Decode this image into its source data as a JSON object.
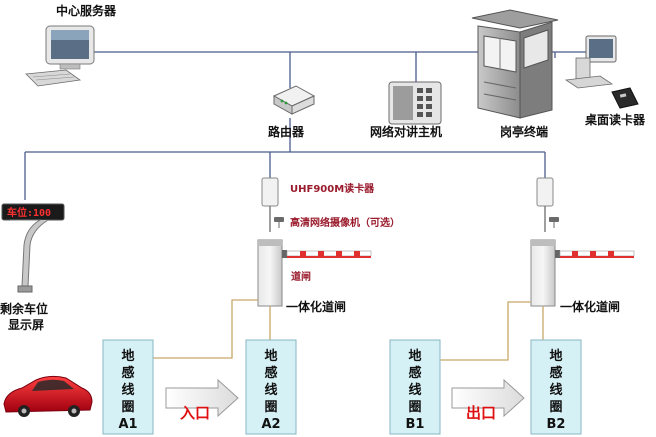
{
  "labels": {
    "server": "中心服务器",
    "router": "路由器",
    "intercom": "网络对讲主机",
    "booth": "岗亭终端",
    "desk_reader": "桌面读卡器",
    "uhf_reader": "UHF900M读卡器",
    "camera": "高清网络摄像机（可选）",
    "barrier_arm": "道闸",
    "gate_left": "一体化道闸",
    "gate_right": "一体化道闸",
    "display_line1": "剩余车位",
    "display_line2": "显示屏",
    "led_text": "车位:100",
    "entrance": "入口",
    "exit": "出口"
  },
  "loops": [
    {
      "id": "A1",
      "chars": [
        "地",
        "感",
        "线",
        "圈",
        "A1"
      ]
    },
    {
      "id": "A2",
      "chars": [
        "地",
        "感",
        "线",
        "圈",
        "A2"
      ]
    },
    {
      "id": "B1",
      "chars": [
        "地",
        "感",
        "线",
        "圈",
        "B1"
      ]
    },
    {
      "id": "B2",
      "chars": [
        "地",
        "感",
        "线",
        "圈",
        "B2"
      ]
    }
  ],
  "colors": {
    "network_line": "#4a5a8c",
    "loop_fill": "#d6f1f6",
    "loop_stroke": "#8ab6c4",
    "signal_wire": "#c9a86a",
    "label_red": "#9a1b2c",
    "arrow_text": "#e01010",
    "car": "#d0101a",
    "barrier_red": "#e03030"
  },
  "icons": [
    "server-computer-icon",
    "router-icon",
    "intercom-icon",
    "guard-booth-icon",
    "desk-computer-icon",
    "card-reader-icon",
    "uhf-reader-icon",
    "camera-icon",
    "barrier-gate-icon",
    "led-display-icon",
    "car-icon",
    "direction-arrow-icon"
  ]
}
